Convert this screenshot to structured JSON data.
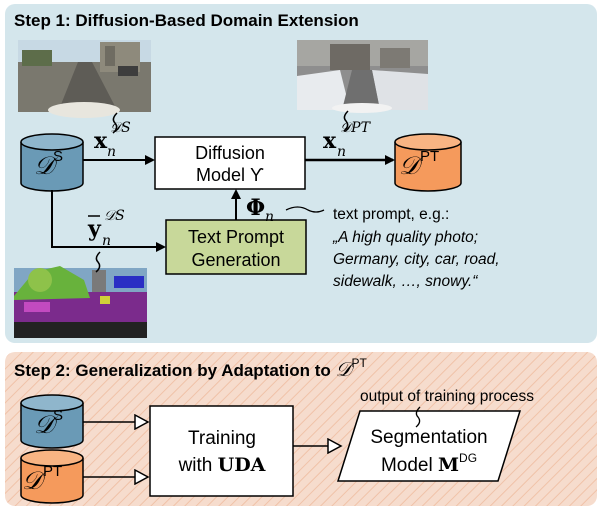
{
  "step1": {
    "title": "Step 1: Diffusion-Based Domain Extension",
    "source_db": {
      "sym": "𝒟",
      "sup": "S"
    },
    "source_image_label": {
      "main": "x",
      "sub": "n",
      "sup": "𝒟S"
    },
    "source_label_label": {
      "main": "y",
      "sub": "n",
      "sup": "𝒟S"
    },
    "diffusion_box": {
      "line1": "Diffusion",
      "line2": "Model ϒ"
    },
    "text_prompt_box": {
      "line1": "Text Prompt",
      "line2": "Generation"
    },
    "prompt_symbol": {
      "main": "Φ",
      "sub": "n"
    },
    "prompt_annotation": {
      "intro": "text prompt, e.g.:",
      "line1": "„A high quality photo;",
      "line2": "Germany, city, car, road,",
      "line3": "sidewalk, …, snowy.“"
    },
    "generated_image_label": {
      "main": "x",
      "sub": "n",
      "sup": "𝒟PT"
    },
    "target_db": {
      "sym": "𝒟",
      "sup": "PT"
    }
  },
  "step2": {
    "title_prefix": "Step 2: Generalization by Adaptation to ",
    "title_sym": "𝒟",
    "title_sup": "PT",
    "source_db": {
      "sym": "𝒟",
      "sup": "S"
    },
    "target_db": {
      "sym": "𝒟",
      "sup": "PT"
    },
    "training_box": {
      "line1": "Training",
      "line2_prefix": "with ",
      "line2_bold": "UDA"
    },
    "output_note": "output of training process",
    "segmentation_box": {
      "line1": "Segmentation",
      "line2_prefix": "Model ",
      "line2_sym": "M",
      "line2_sup": "DG"
    }
  },
  "colors": {
    "step1_bg": "#d4e6ec",
    "step2_bg": "#f6dccd",
    "db_blue": "#6a9ab6",
    "db_orange": "#f59a5c",
    "prompt_box": "#c8d89a"
  }
}
